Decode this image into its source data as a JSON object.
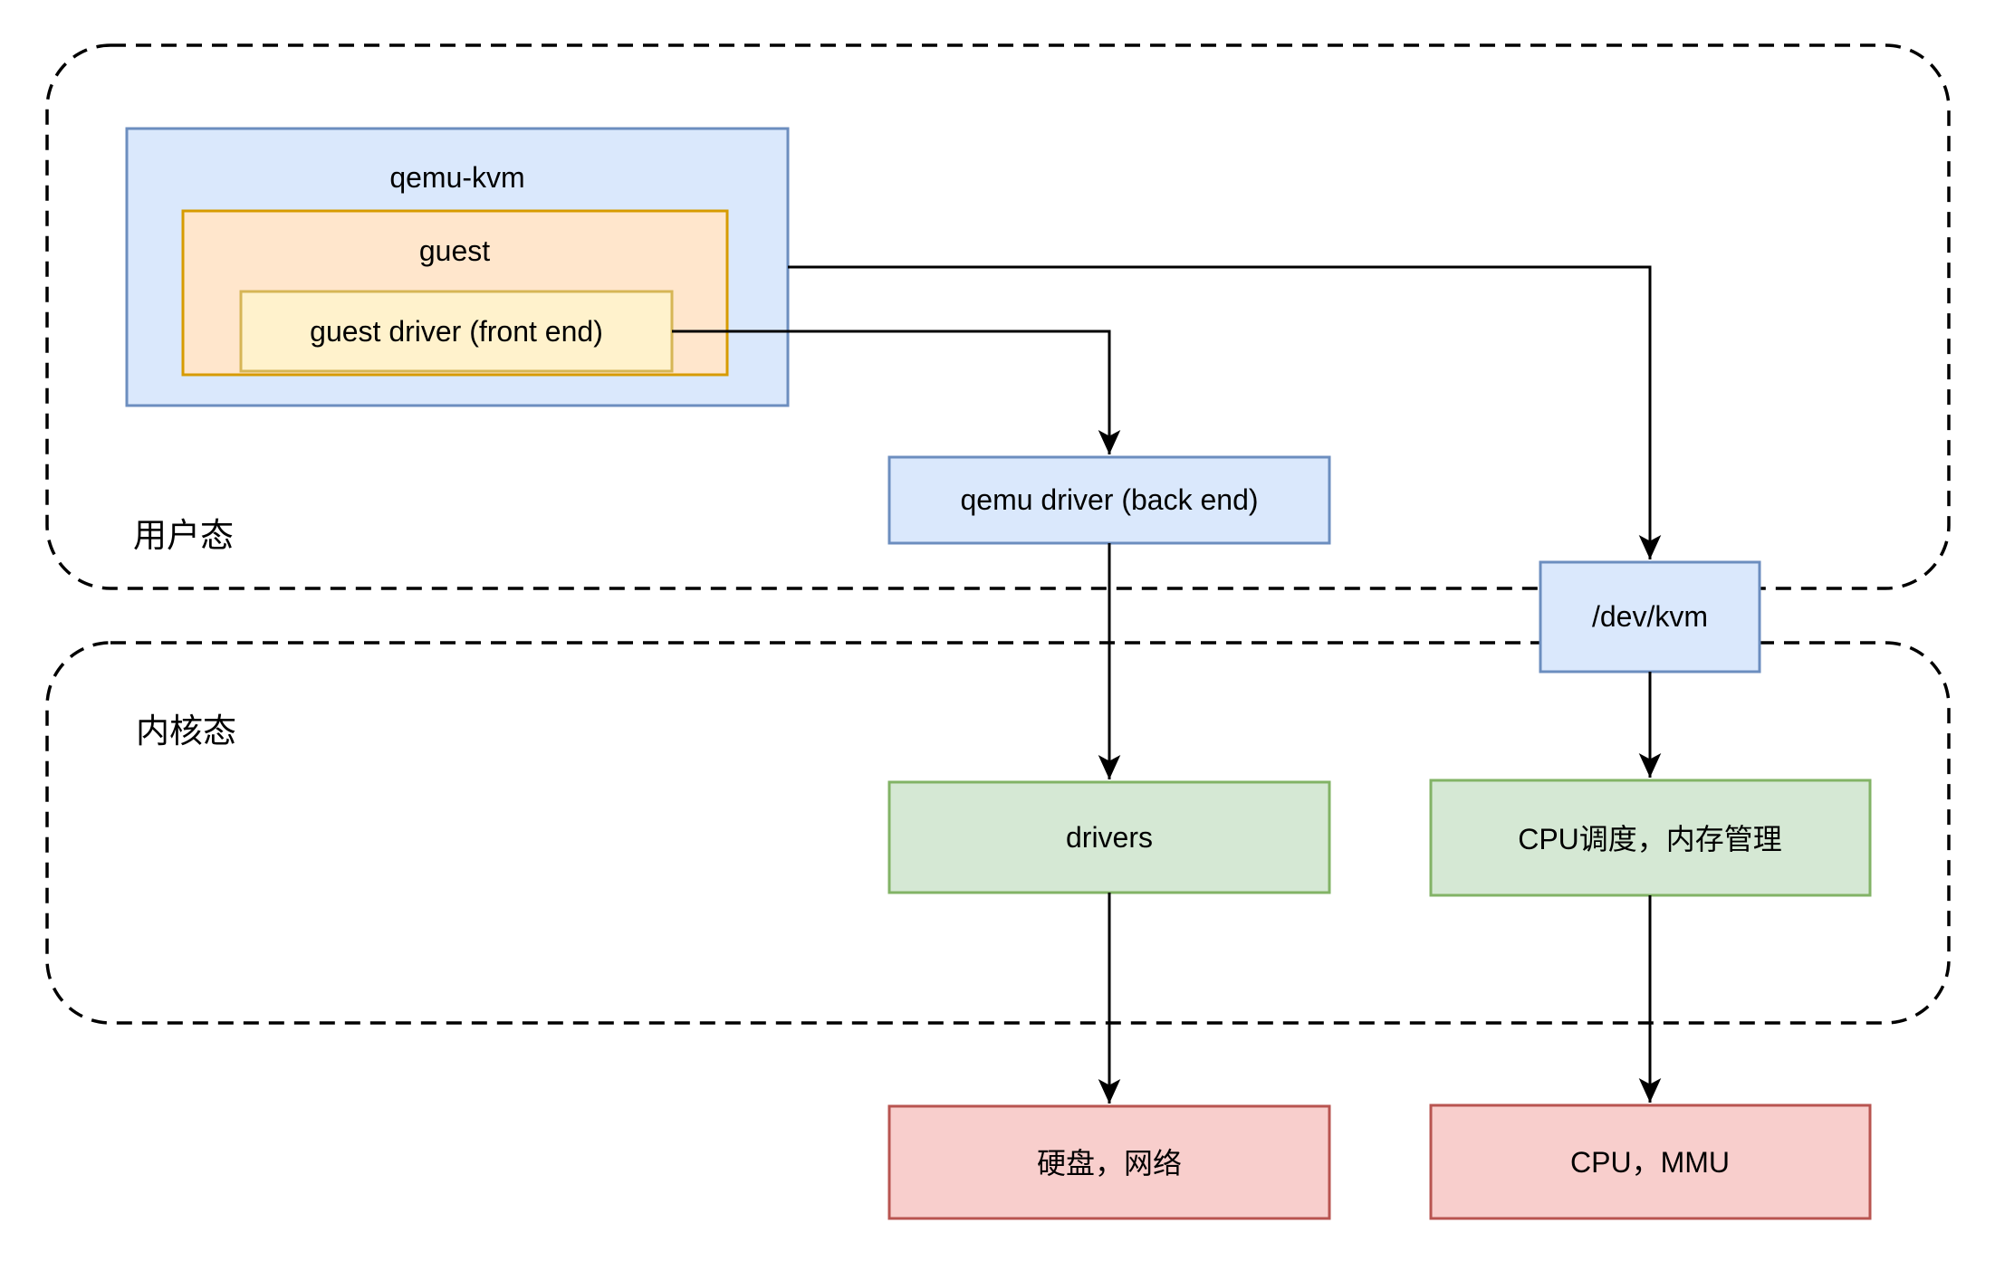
{
  "diagram": {
    "type": "architecture-flow-diagram",
    "topic": "qemu-kvm virtualization architecture",
    "regions": {
      "user_mode": {
        "label": "用户态"
      },
      "kernel_mode": {
        "label": "内核态"
      }
    },
    "nodes": {
      "qemu_kvm": {
        "label": "qemu-kvm",
        "color_fill": "#dae8fc",
        "color_stroke": "#6c8ebf",
        "region": "user_mode"
      },
      "guest": {
        "label": "guest",
        "color_fill": "#ffe6cc",
        "color_stroke": "#d79b00",
        "region": "user_mode"
      },
      "guest_driver": {
        "label": "guest driver (front end)",
        "color_fill": "#fff2cc",
        "color_stroke": "#d6b656",
        "region": "user_mode"
      },
      "qemu_driver": {
        "label": "qemu driver (back end)",
        "color_fill": "#dae8fc",
        "color_stroke": "#6c8ebf",
        "region": "user_mode"
      },
      "dev_kvm": {
        "label": "/dev/kvm",
        "color_fill": "#dae8fc",
        "color_stroke": "#6c8ebf",
        "region": "user_mode/kernel_mode boundary"
      },
      "drivers": {
        "label": "drivers",
        "color_fill": "#d5e8d4",
        "color_stroke": "#82b366",
        "region": "kernel_mode"
      },
      "cpu_sched": {
        "label": "CPU调度，内存管理",
        "color_fill": "#d5e8d4",
        "color_stroke": "#82b366",
        "region": "kernel_mode"
      },
      "disk_net": {
        "label": "硬盘，网络",
        "color_fill": "#f8cecc",
        "color_stroke": "#b85450",
        "region": "outside"
      },
      "cpu_mmu": {
        "label": "CPU，MMU",
        "color_fill": "#f8cecc",
        "color_stroke": "#b85450",
        "region": "outside"
      }
    },
    "edges": [
      {
        "from": "qemu_kvm",
        "to": "dev_kvm"
      },
      {
        "from": "guest_driver",
        "to": "qemu_driver"
      },
      {
        "from": "qemu_driver",
        "to": "drivers"
      },
      {
        "from": "drivers",
        "to": "disk_net"
      },
      {
        "from": "dev_kvm",
        "to": "cpu_sched"
      },
      {
        "from": "cpu_sched",
        "to": "cpu_mmu"
      }
    ],
    "colors": {
      "background": "#ffffff",
      "edge": "#000000",
      "region_border": "#000000"
    }
  }
}
